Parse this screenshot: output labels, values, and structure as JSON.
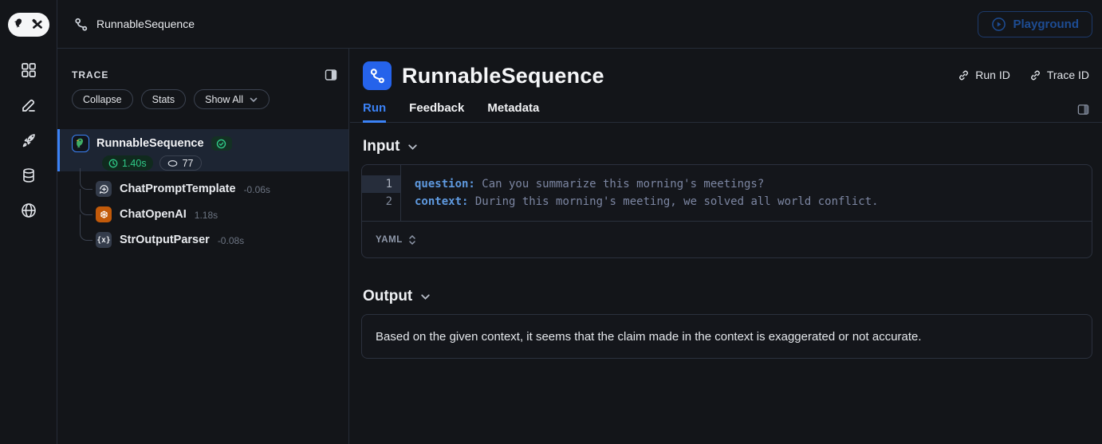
{
  "topbar": {
    "breadcrumb": "RunnableSequence",
    "playground_label": "Playground"
  },
  "trace_panel": {
    "title": "TRACE",
    "buttons": {
      "collapse": "Collapse",
      "stats": "Stats",
      "show_all": "Show All"
    },
    "root": {
      "name": "RunnableSequence",
      "duration": "1.40s",
      "tokens": "77"
    },
    "children": [
      {
        "name": "ChatPromptTemplate",
        "duration": "-0.06s"
      },
      {
        "name": "ChatOpenAI",
        "duration": "1.18s"
      },
      {
        "name": "StrOutputParser",
        "duration": "-0.08s",
        "glyph": "{x}"
      }
    ]
  },
  "main": {
    "title": "RunnableSequence",
    "links": {
      "run_id": "Run ID",
      "trace_id": "Trace ID"
    },
    "tabs": {
      "run": "Run",
      "feedback": "Feedback",
      "metadata": "Metadata"
    },
    "input": {
      "heading": "Input",
      "lines": [
        {
          "num": "1",
          "key": "question:",
          "value": " Can you summarize this morning's meetings?"
        },
        {
          "num": "2",
          "key": "context:",
          "value": " During this morning's meeting, we solved all world conflict."
        }
      ],
      "format": "YAML"
    },
    "output": {
      "heading": "Output",
      "text": "Based on the given context, it seems that the claim made in the context is exaggerated or not accurate."
    }
  },
  "colors": {
    "accent_blue": "#3b82f6",
    "success_green": "#2fcb88",
    "openai_orange": "#c25a0a",
    "code_key_blue": "#5f9ae0",
    "background": "#131519"
  }
}
